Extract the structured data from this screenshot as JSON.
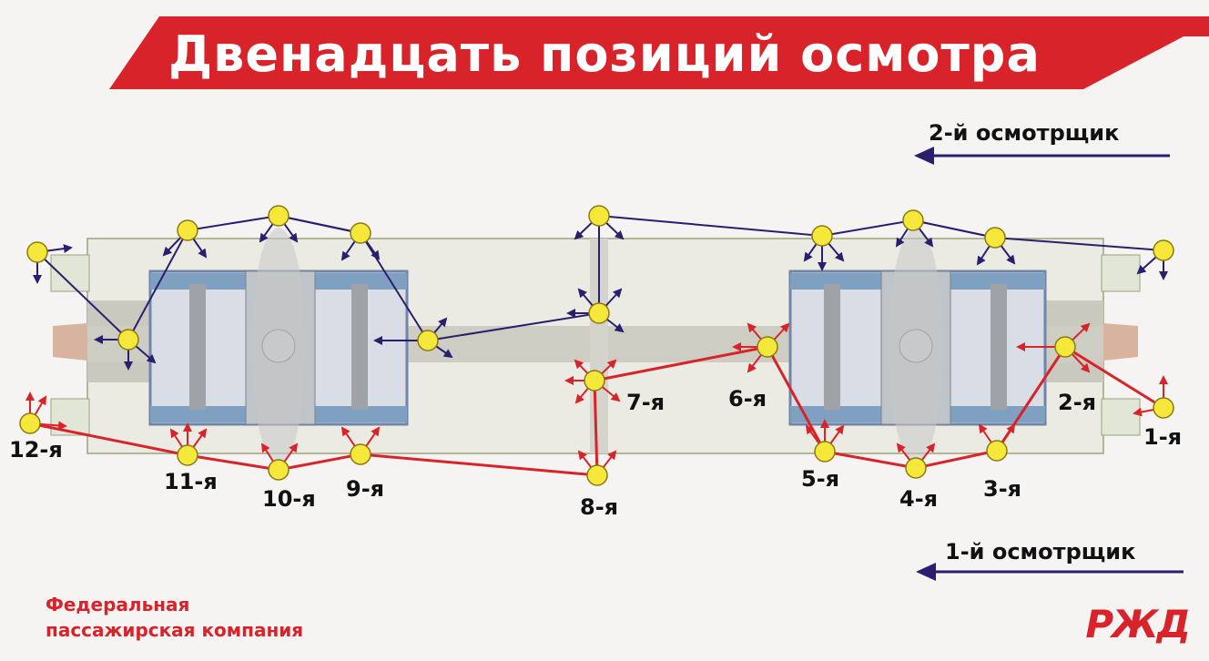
{
  "title": "Двенадцать позиций осмотра",
  "inspectors": {
    "second": "2-й осмотрщик",
    "first": "1-й осмотрщик"
  },
  "positions": [
    "1-я",
    "2-я",
    "3-я",
    "4-я",
    "5-я",
    "6-я",
    "7-я",
    "8-я",
    "9-я",
    "10-я",
    "11-я",
    "12-я"
  ],
  "footer": {
    "company_line1": "Федеральная",
    "company_line2": "пассажирская компания",
    "logo": "РЖД"
  },
  "colors": {
    "brand_red": "#d9232a",
    "route_first": "#d9232a",
    "route_second": "#2a1f6e",
    "marker": "#f5e83a"
  }
}
